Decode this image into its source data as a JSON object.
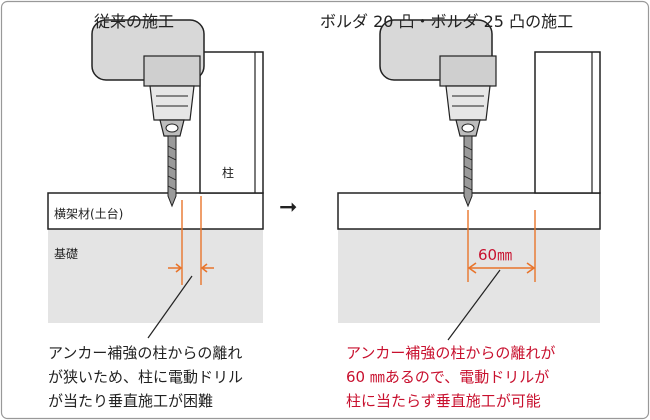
{
  "titles": {
    "left": "従来の施工",
    "right": "ボルダ 20 凸・ボルダ 25 凸の施工"
  },
  "labels": {
    "pillar": "柱",
    "beam": "横架材(土台)",
    "foundation": "基礎"
  },
  "measurement": {
    "right_distance": "60㎜"
  },
  "captions": {
    "left": [
      "アンカー補強の柱からの離れ",
      "が狭いため、柱に電動ドリル",
      "が当たり垂直施工が困難"
    ],
    "right": [
      "アンカー補強の柱からの離れが",
      "60 ㎜あるので、電動ドリルが",
      "柱に当たらず垂直施工が可能"
    ]
  },
  "colors": {
    "accent": "#e8742b",
    "text_red": "#c8102e",
    "foundation_fill": "#e4e4e4",
    "line": "#222222"
  },
  "icons": {
    "transition_arrow": "right-arrow-icon",
    "drill": "power-drill-icon"
  }
}
